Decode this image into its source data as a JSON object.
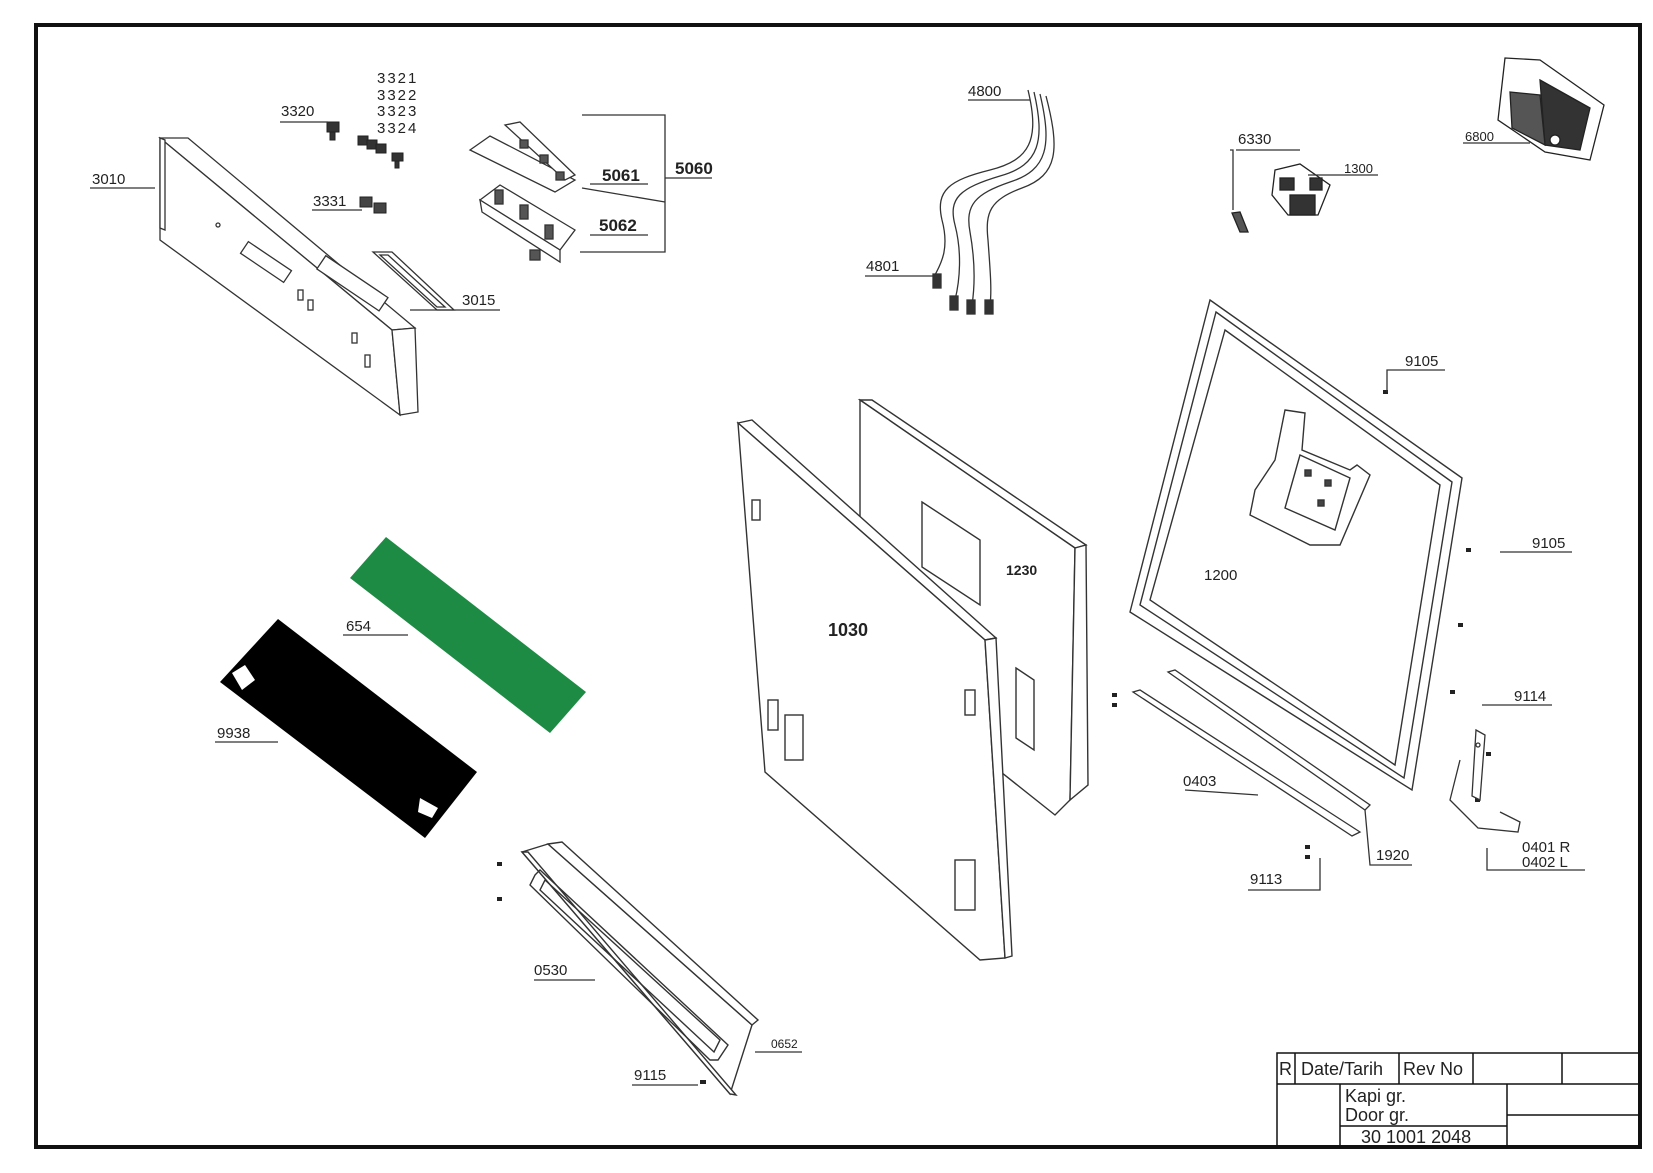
{
  "parts": {
    "p3010": "3010",
    "p3320": "3320",
    "p3321": "3321",
    "p3322": "3322",
    "p3323": "3323",
    "p3324": "3324",
    "p3331": "3331",
    "p3015": "3015",
    "p5060": "5060",
    "p5061": "5061",
    "p5062": "5062",
    "p4800": "4800",
    "p4801": "4801",
    "p6330": "6330",
    "p1300": "1300",
    "p6800": "6800",
    "p9105a": "9105",
    "p9105b": "9105",
    "p1200": "1200",
    "p1230": "1230",
    "p1030": "1030",
    "p654": "654",
    "p9938": "9938",
    "p9114": "9114",
    "p0403": "0403",
    "p1920": "1920",
    "p9113": "9113",
    "p0401": "0401 R",
    "p0402": "0402 L",
    "p0530": "0530",
    "p0652": "0652",
    "p9115": "9115"
  },
  "title_block": {
    "rev_col": "R",
    "date_col": "Date/Tarih",
    "revno_col": "Rev No",
    "name_tr": "Kapi gr.",
    "name_en": "Door gr.",
    "drawing_no": "30 1001 2048"
  },
  "colors": {
    "frame": "#111111",
    "line": "#333333",
    "green_strip": "#1e8b45",
    "black_pad": "#000000"
  }
}
